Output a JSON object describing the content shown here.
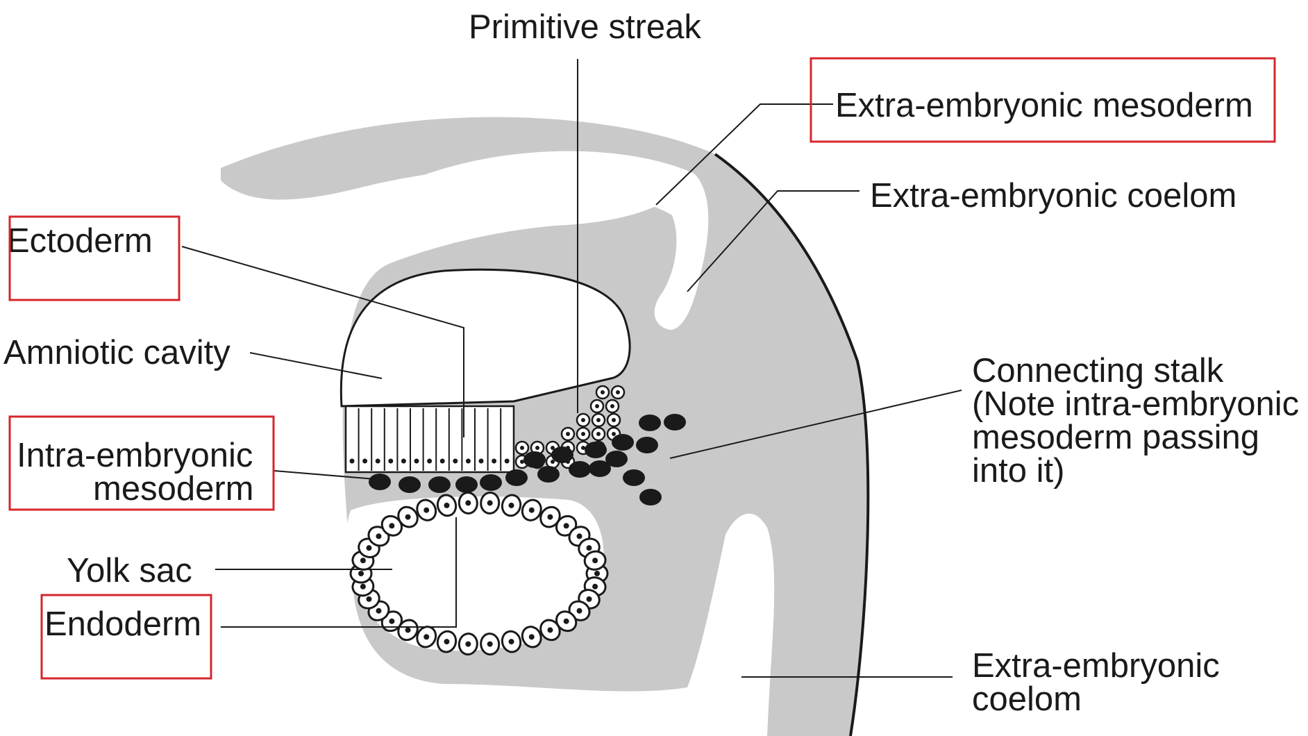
{
  "labels": {
    "primitive_streak": "Primitive streak",
    "extra_embryonic_mesoderm": "Extra-embryonic mesoderm",
    "extra_embryonic_coelom_top": "Extra-embryonic coelom",
    "ectoderm": "Ectoderm",
    "amniotic_cavity": "Amniotic cavity",
    "connecting_stalk": {
      "line1": "Connecting stalk",
      "line2": "(Note intra-embryonic",
      "line3": "mesoderm passing",
      "line4": "into it)"
    },
    "intra_embryonic_mesoderm": {
      "line1": "Intra-embryonic",
      "line2": "mesoderm"
    },
    "yolk_sac": "Yolk sac",
    "endoderm": "Endoderm",
    "extra_embryonic_coelom_bottom": {
      "line1": "Extra-embryonic",
      "line2": "coelom"
    }
  },
  "highlighted_labels": [
    "Extra-embryonic mesoderm",
    "Ectoderm",
    "Intra-embryonic mesoderm",
    "Endoderm"
  ],
  "colors": {
    "tissue_gray": "#c9c9c9",
    "ink": "#1a1a1a",
    "highlight_box": "#d6262b",
    "background": "#ffffff"
  }
}
